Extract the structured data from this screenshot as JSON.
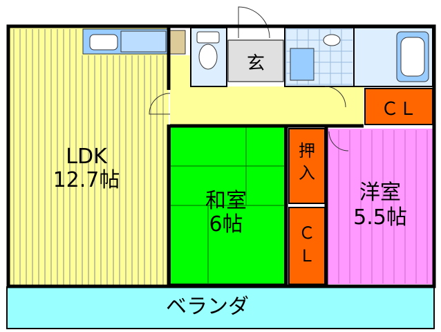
{
  "colors": {
    "ldk": "#ffff99",
    "washitsu": "#00ff00",
    "youshitsu": "#ff99ff",
    "storage": "#ff6600",
    "veranda": "#99ffff",
    "hall": "#ffff99",
    "genkan": "#e0e0e0",
    "wet": "#ddeeff",
    "wall": "#000000"
  },
  "rooms": {
    "ldk": {
      "name": "LDK",
      "size": "12.7帖"
    },
    "washitsu": {
      "name": "和室",
      "size": "6帖"
    },
    "youshitsu": {
      "name": "洋室",
      "size": "5.5帖"
    },
    "oshiire": {
      "char1": "押",
      "char2": "入"
    },
    "closet_upper": {
      "label": "ＣＬ"
    },
    "closet_lower": {
      "char1": "Ｃ",
      "char2": "Ｌ"
    },
    "genkan": {
      "label": "玄"
    },
    "veranda": {
      "label": "ベランダ"
    }
  },
  "icons": [
    "kitchen-counter-icon",
    "toilet-icon",
    "washbasin-icon",
    "shower-icon",
    "bathtub-icon",
    "door-swing-icon"
  ]
}
